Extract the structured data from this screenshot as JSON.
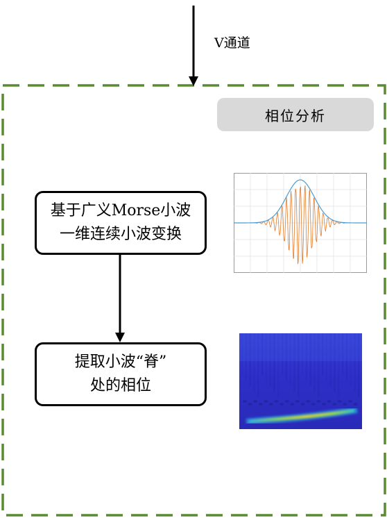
{
  "input_label": "V通道",
  "group_label": "相位分析",
  "nodes": {
    "transform": {
      "line1": "基于广义Morse小波",
      "line2": "一维连续小波变换"
    },
    "ridge": {
      "line1": "提取小波“脊”",
      "line2": "处的相位"
    }
  },
  "colors": {
    "dash_border": "#5a8a32",
    "arrow": "#000000",
    "tag_bg": "#d9d9d9",
    "envelope": "#4a9bd4",
    "signal": "#e07a2a"
  }
}
